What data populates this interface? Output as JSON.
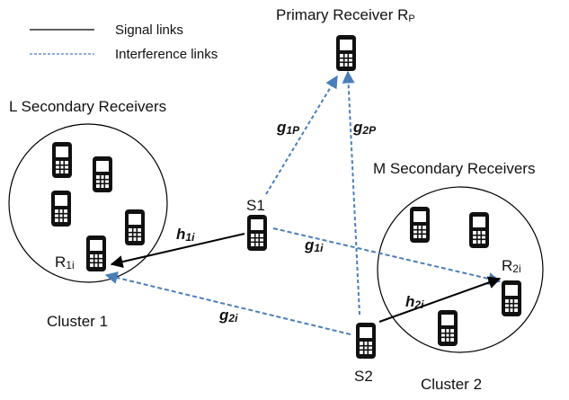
{
  "legend": {
    "signal": "Signal links",
    "interference": "Interference links"
  },
  "labels": {
    "primary_receiver": "Primary Receiver R",
    "primary_receiver_sub": "P",
    "l_secondary": "L  Secondary Receivers",
    "m_secondary": "M  Secondary Receivers",
    "s1": "S1",
    "s2": "S2",
    "r1i_main": "R",
    "r1i_sub": "1i",
    "r2i_main": "R",
    "r2i_sub": "2i",
    "cluster1": "Cluster 1",
    "cluster2": "Cluster 2"
  },
  "channels": {
    "h1i": {
      "main": "h",
      "sub": "1i"
    },
    "h2i": {
      "main": "h",
      "sub": "2i"
    },
    "g1i": {
      "main": "g",
      "sub": "1i"
    },
    "g2i": {
      "main": "g",
      "sub": "2i"
    },
    "g1P": {
      "main": "g",
      "sub": "1P"
    },
    "g2P": {
      "main": "g",
      "sub": "2P"
    }
  },
  "colors": {
    "signal": "#000000",
    "interference": "#4a7ebb",
    "phone_body": "#111111"
  },
  "icons": {
    "device": "mobile-phone-icon"
  }
}
